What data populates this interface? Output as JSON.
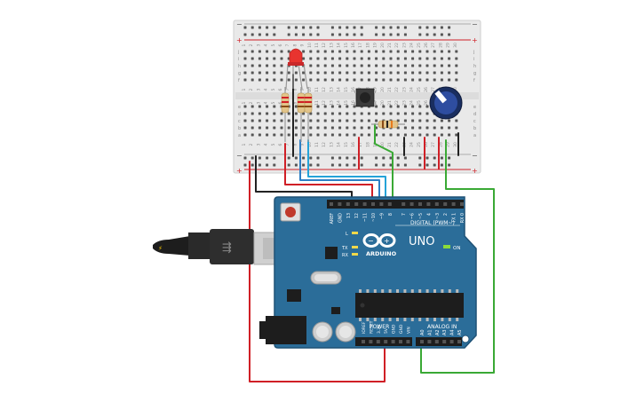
{
  "board": {
    "brand": "ARDUINO",
    "model": "UNO",
    "on_label": "ON",
    "digital_label": "DIGITAL (PWM~)",
    "power_label": "POWER",
    "analog_label": "ANALOG IN",
    "l_label": "L",
    "tx_label": "TX",
    "rx_label": "RX",
    "top_pins": [
      "AREF",
      "GND",
      "13",
      "12",
      "~11",
      "~10",
      "~9",
      "8",
      "7",
      "~6",
      "~5",
      "4",
      "~3",
      "2",
      "TX 1",
      "RX 0"
    ],
    "power_pins": [
      "IOREF",
      "RESET",
      "3.3V",
      "5V",
      "GND",
      "GND",
      "VIN"
    ],
    "analog_pins": [
      "A0",
      "A1",
      "A2",
      "A3",
      "A4",
      "A5"
    ]
  },
  "breadboard": {
    "row_letters_top": [
      "j",
      "i",
      "h",
      "g",
      "f"
    ],
    "row_letters_bottom": [
      "e",
      "d",
      "c",
      "b",
      "a"
    ],
    "column_numbers": [
      "1",
      "2",
      "3",
      "4",
      "5",
      "6",
      "7",
      "8",
      "9",
      "10",
      "11",
      "12",
      "13",
      "14",
      "15",
      "16",
      "17",
      "18",
      "19",
      "20",
      "21",
      "22",
      "23",
      "24",
      "25",
      "26",
      "27",
      "28",
      "29",
      "30"
    ],
    "plus": "+",
    "minus": "−"
  },
  "colors": {
    "board_blue": "#2b6d99",
    "board_dark": "#1f5276",
    "wire_red": "#d01f26",
    "wire_black": "#222222",
    "wire_green": "#3aa935",
    "wire_blue": "#2d7fc5",
    "wire_cyan": "#25a3d8",
    "breadboard": "#e9e9e9",
    "rail_red": "#d01f26",
    "rail_blue": "#777777"
  }
}
